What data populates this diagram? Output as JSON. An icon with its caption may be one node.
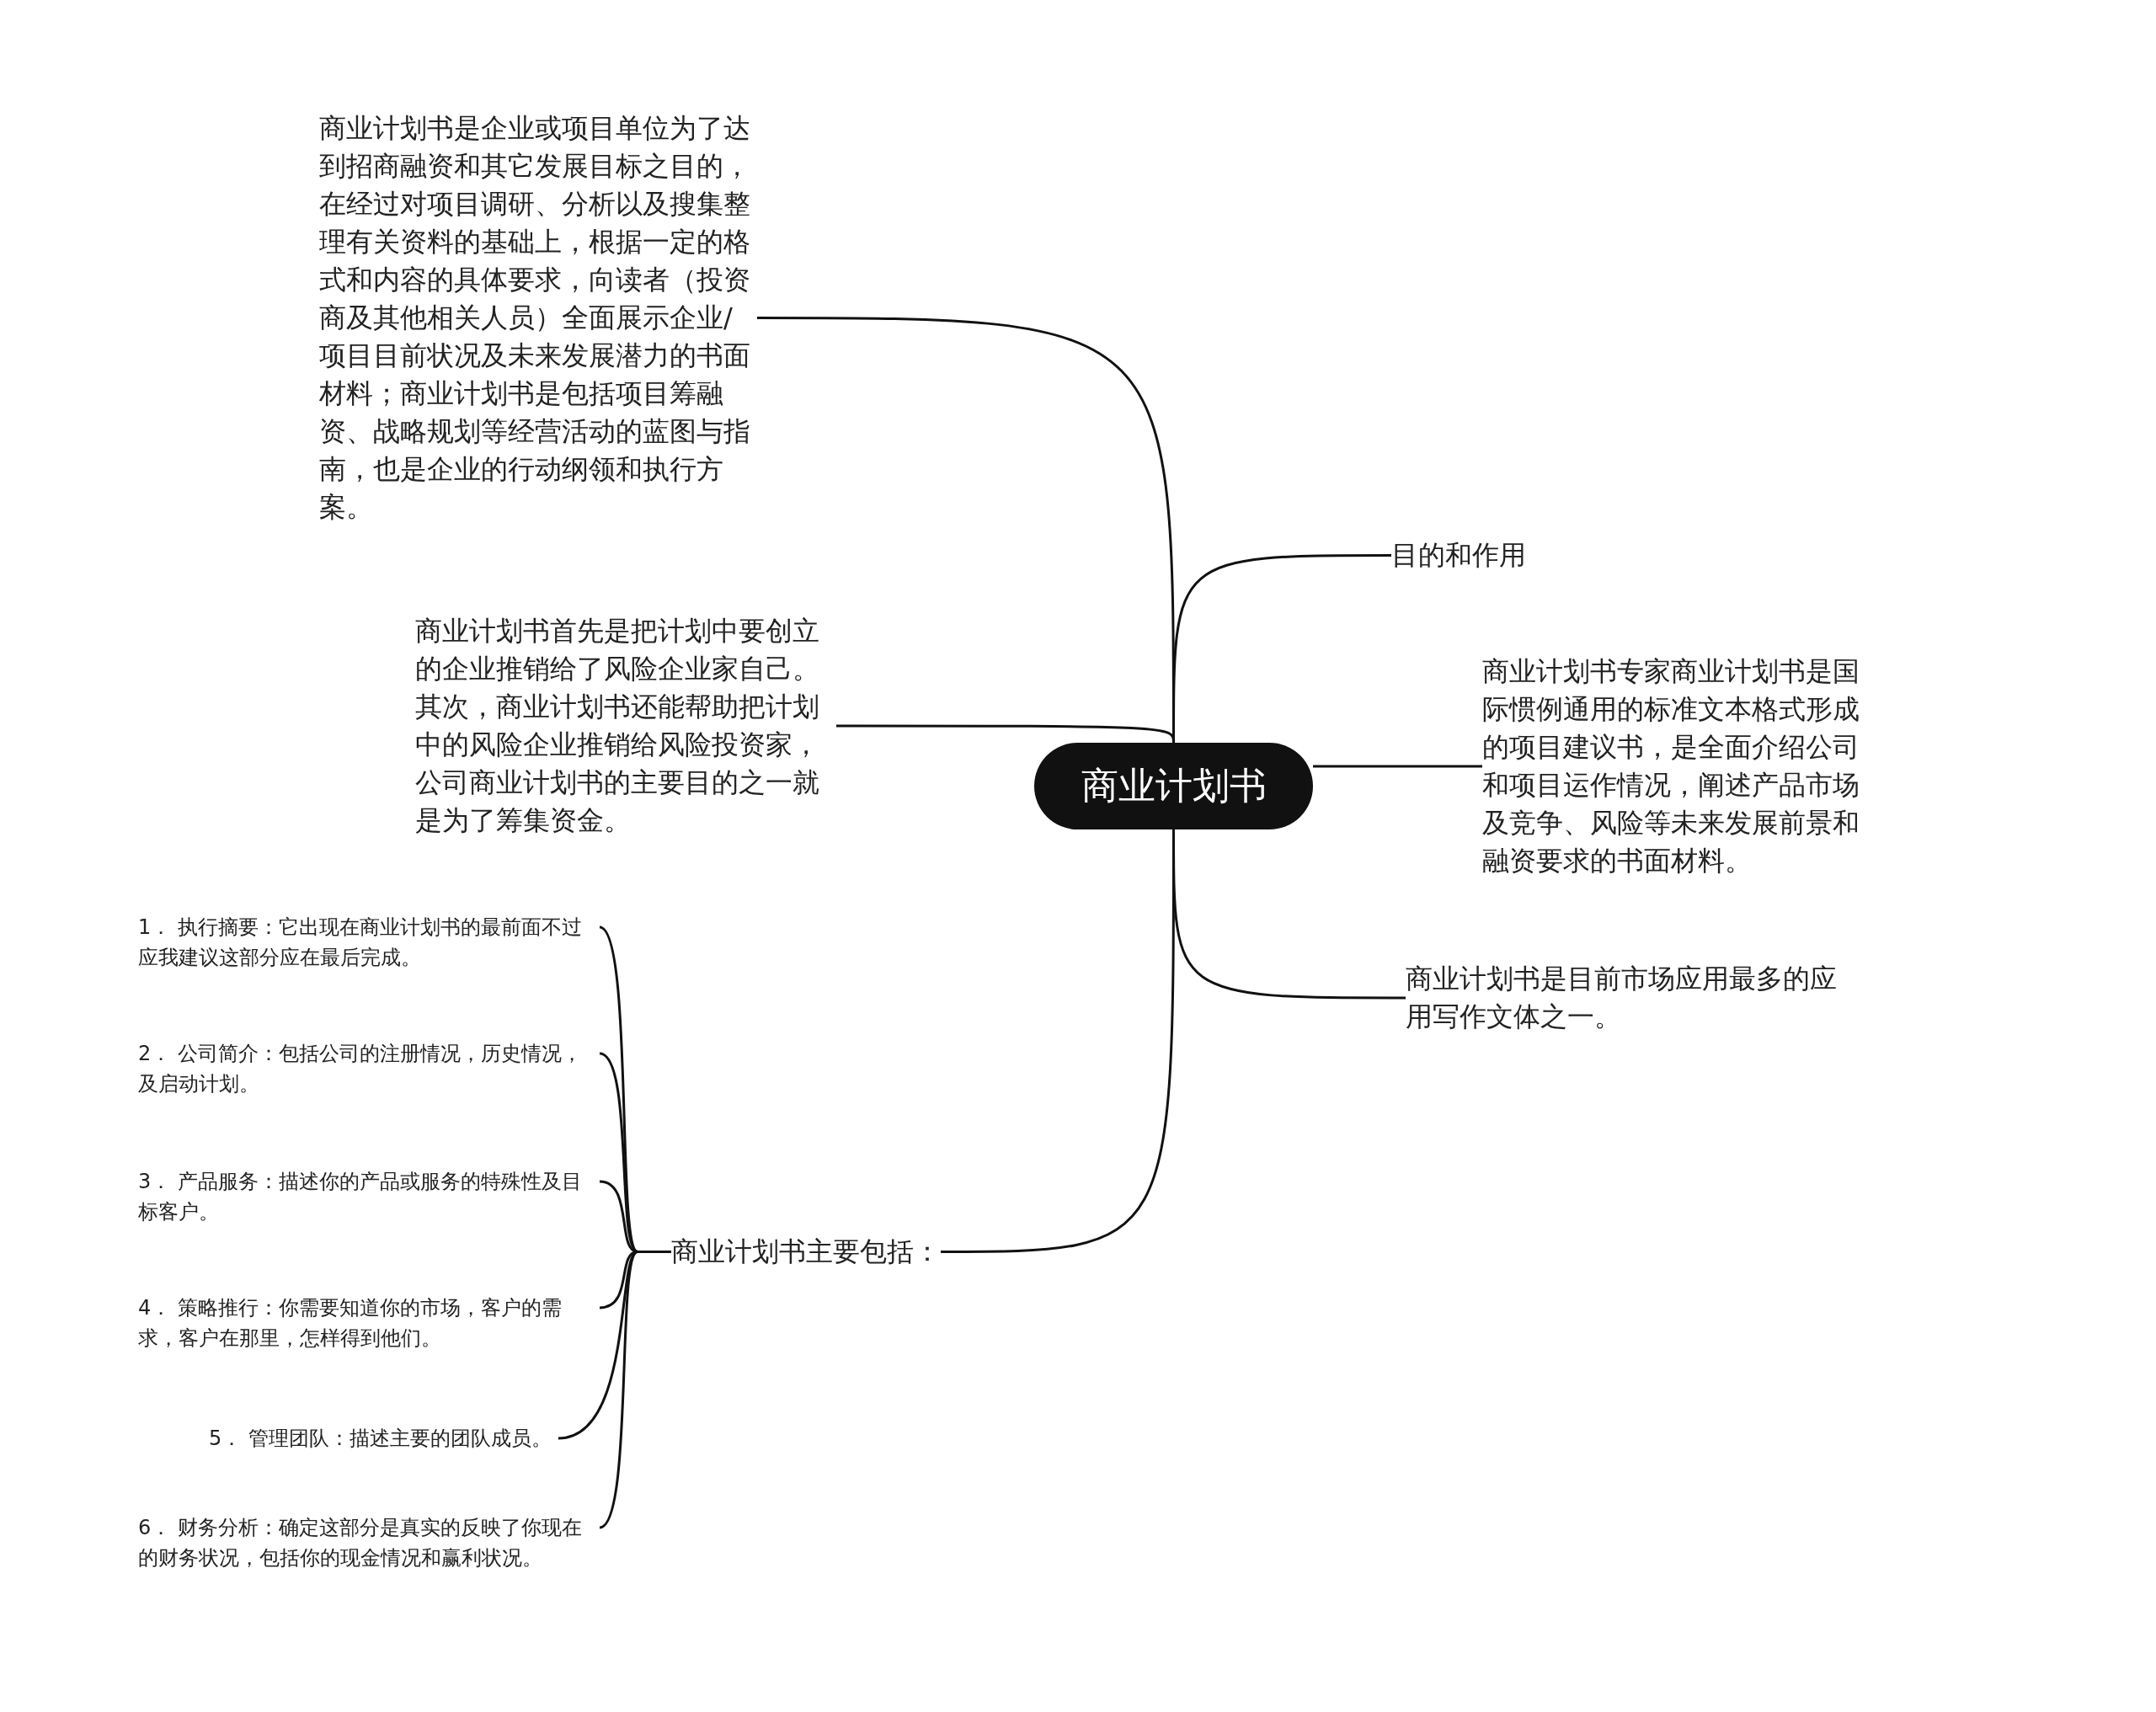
{
  "diagram": {
    "nodes": [
      {
        "text": [
          "商业计划书"
        ]
      },
      {
        "text": [
          "商业计划书是企业或项目单位为了达到招商融资和其它发展目标之目的，在经过对项目调研、分析以及搜集整理有关资料的基础上，根据一定的格式和内容的具体要求，向读者（投资商及其他相关人员）全面展示企业/项目目前状况及未来发展潜力的书面材料；商业计划书是包括项目筹融资、战略规划等经营活动的蓝图与指南，也是企业的行动纲领和执行方案。"
        ]
      },
      {
        "text": [
          "商业计划书首先是把计划中要创立的企业推销给了风险企业家自己。其次，商业计划书还能帮助把计划中的风险企业推销给风险投资家，公司商业计划书的主要目的之一就是为了筹集资金。"
        ]
      },
      {
        "text": [
          "商业计划书主要包括："
        ]
      },
      {
        "text": [
          "目的和作用"
        ]
      },
      {
        "text": [
          "商业计划书专家商业计划书是国际惯例通用的标准文本格式形成的项目建议书，是全面介绍公司和项目运作情况，阐述产品市场及竞争、风险等未来发展前景和融资要求的书面材料。"
        ]
      },
      {
        "text": [
          "商业计划书是目前市场应用最多的应用写作文体之一。"
        ]
      },
      {
        "text": [
          "1． 执行摘要：它出现在商业计划书的最前面不过应我建议这部分应在最后完成。"
        ]
      },
      {
        "text": [
          "2． 公司简介：包括公司的注册情况，历史情况，及启动计划。"
        ]
      },
      {
        "text": [
          "3． 产品服务：描述你的产品或服务的特殊性及目标客户。"
        ]
      },
      {
        "text": [
          "4． 策略推行：你需要知道你的市场，客户的需求，客户在那里，怎样得到他们。"
        ]
      },
      {
        "text": [
          "5． 管理团队：描述主要的团队成员。"
        ]
      },
      {
        "text": [
          "6． 财务分析：确定这部分是真实的反映了你现在的财务状况，包括你的现金情况和赢利状况。"
        ]
      }
    ],
    "edges": [
      {
        "from": 0,
        "to": 1,
        "arrow": "none"
      },
      {
        "from": 0,
        "to": 2,
        "arrow": "none"
      },
      {
        "from": 0,
        "to": 3,
        "arrow": "none"
      },
      {
        "from": 0,
        "to": 4,
        "arrow": "none"
      },
      {
        "from": 0,
        "to": 5,
        "arrow": "none"
      },
      {
        "from": 0,
        "to": 6,
        "arrow": "none"
      },
      {
        "from": 3,
        "to": 7,
        "arrow": "none"
      },
      {
        "from": 3,
        "to": 8,
        "arrow": "none"
      },
      {
        "from": 3,
        "to": 9,
        "arrow": "none"
      },
      {
        "from": 3,
        "to": 10,
        "arrow": "none"
      },
      {
        "from": 3,
        "to": 11,
        "arrow": "none"
      },
      {
        "from": 3,
        "to": 12,
        "arrow": "none"
      }
    ]
  }
}
